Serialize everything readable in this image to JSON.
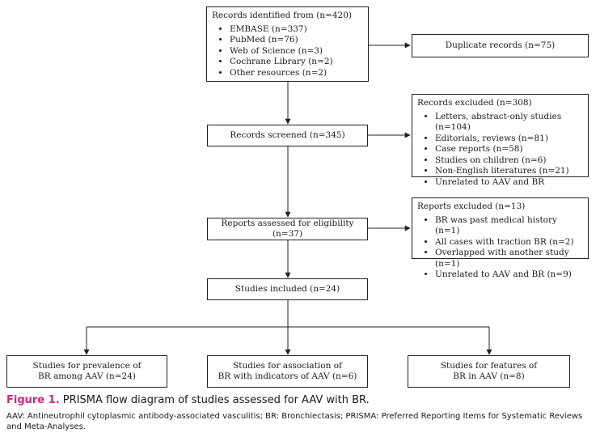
{
  "identified": {
    "title": "Records identified from (n=420)",
    "sources": [
      "EMBASE (n=337)",
      "PubMed (n=76)",
      "Web of Science (n=3)",
      "Cochrane Library (n=2)",
      "Other resources (n=2)"
    ]
  },
  "duplicates": "Duplicate records (n=75)",
  "screened": "Records screened (n=345)",
  "excluded_records": {
    "title": "Records excluded (n=308)",
    "items": [
      "Letters, abstract-only studies (n=104)",
      "Editorials, reviews (n=81)",
      "Case reports (n=58)",
      "Studies on children (n=6)",
      "Non-English literatures (n=21)",
      "Unrelated to AAV and BR"
    ]
  },
  "assessed": "Reports assessed for eligibility (n=37)",
  "excluded_reports": {
    "title": "Reports excluded (n=13)",
    "items": [
      "BR was past medical history (n=1)",
      "All cases with traction BR (n=2)",
      "Overlapped with another study (n=1)",
      "Unrelated to AAV and BR (n=9)"
    ]
  },
  "included": "Studies included (n=24)",
  "outcomes": [
    {
      "line1": "Studies for prevalence of",
      "line2": "BR among AAV (n=24)"
    },
    {
      "line1": "Studies for association of",
      "line2": "BR with indicators of AAV (n=6)"
    },
    {
      "line1": "Studies for features of",
      "line2": "BR in AAV (n=8)"
    }
  ],
  "caption": {
    "figure_label": "Figure 1.",
    "title": "PRISMA flow diagram of studies assessed for AAV with BR.",
    "note": "AAV: Antineutrophil cytoplasmic antibody-associated vasculitis; BR: Bronchiectasis; PRISMA: Preferred Reporting Items for Systematic Reviews and Meta-Analyses."
  }
}
